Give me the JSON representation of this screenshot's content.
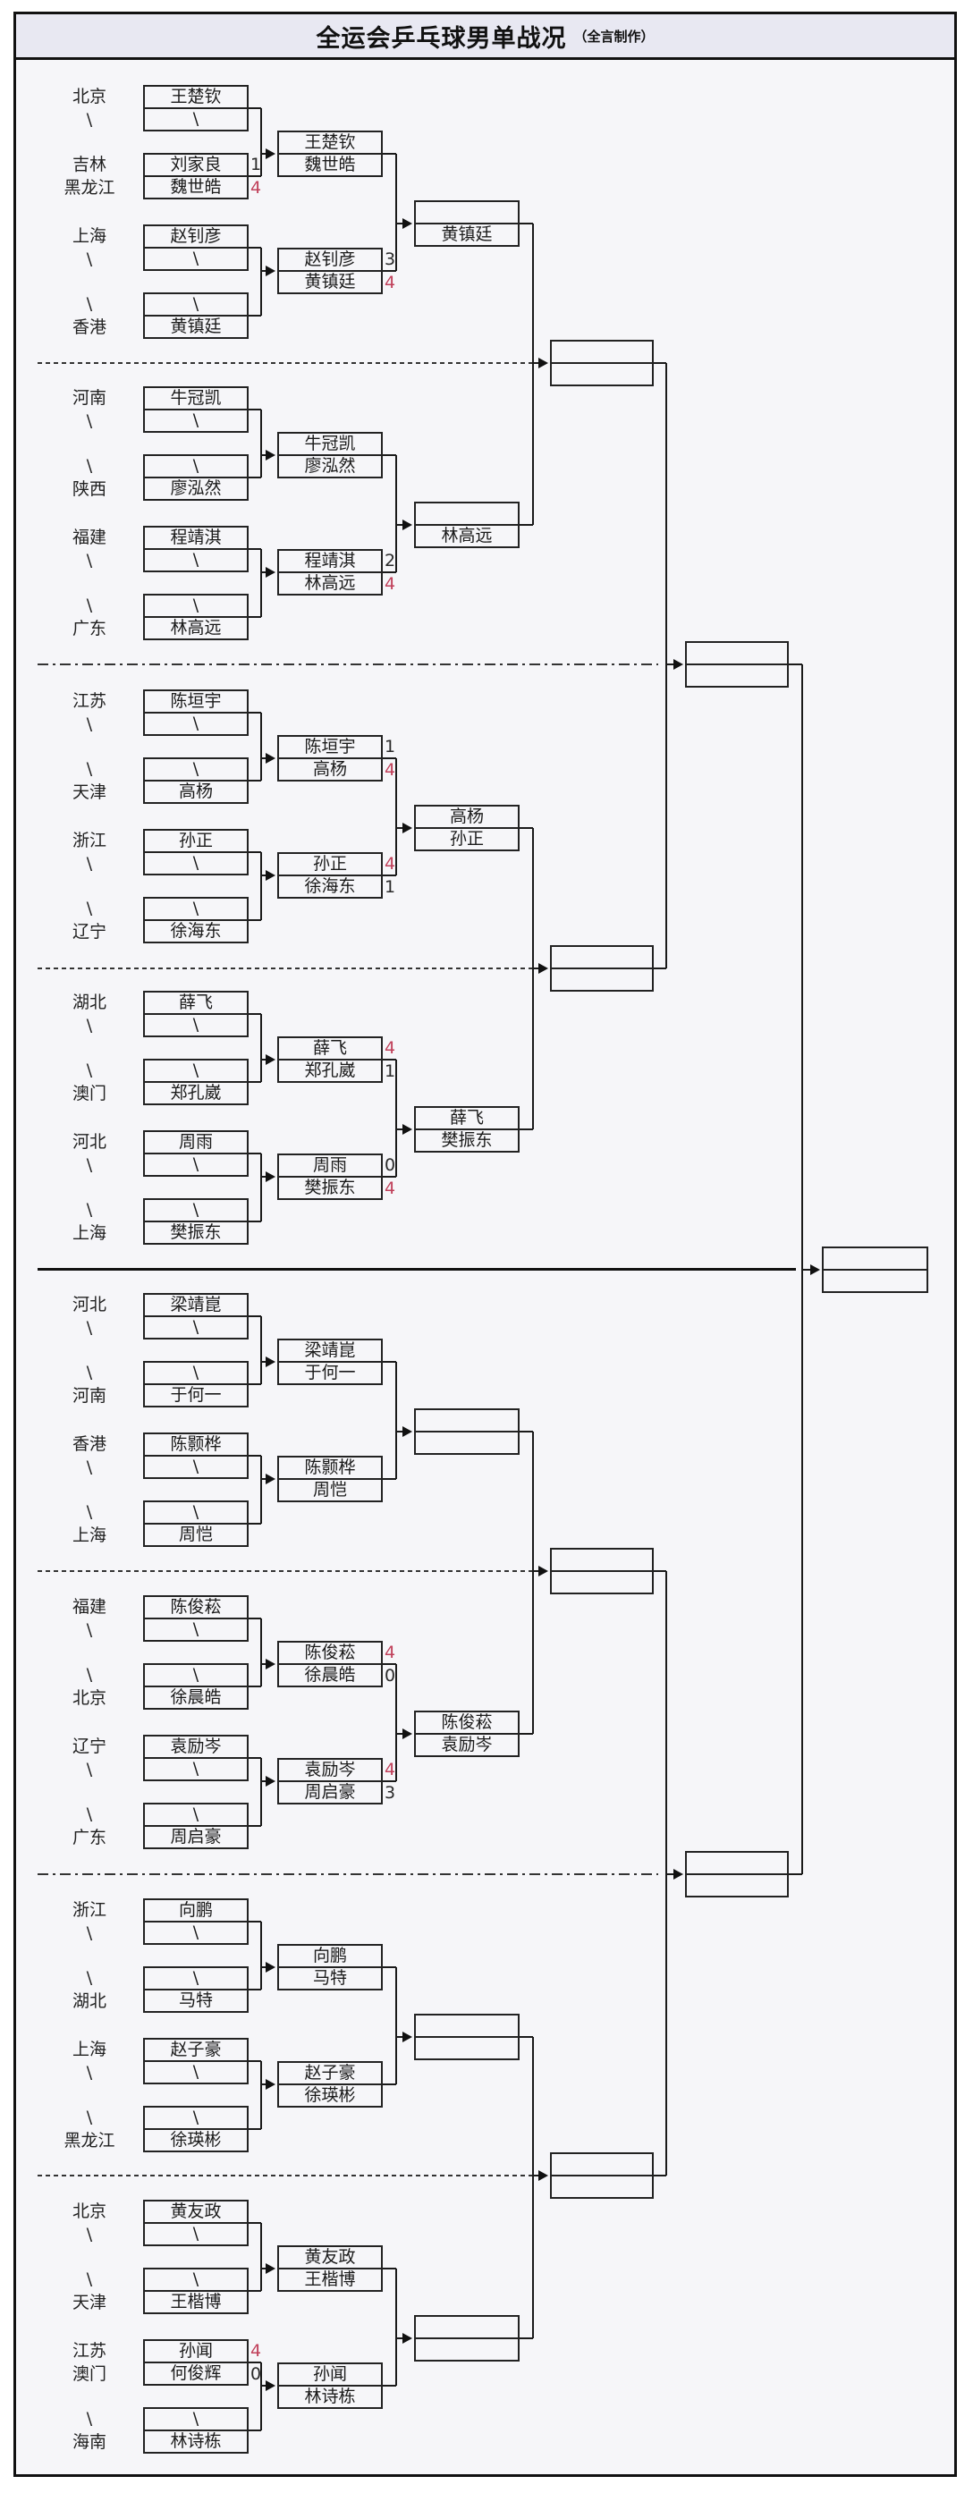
{
  "title": {
    "main": "全运会乒乓球男单战况",
    "sub": "（全言制作）"
  },
  "colors": {
    "win_score": "#c0405a",
    "lose_score": "#2a2a2a",
    "line": "#1a1a1a",
    "titlebar_bg": "#e8e8f2",
    "panel_bg": "#f6f6f9"
  },
  "sections": [
    {
      "labels": [
        [
          "北京",
          "\\"
        ],
        [
          "吉林",
          "黑龙江"
        ],
        [
          "上海",
          "\\"
        ],
        [
          "\\",
          "香港"
        ]
      ],
      "r1": [
        {
          "rows": [
            "王楚钦",
            "\\"
          ]
        },
        {
          "rows": [
            "刘家良",
            "魏世皓"
          ],
          "scores": [
            "1",
            "4"
          ],
          "win": 1
        },
        {
          "rows": [
            "赵钊彦",
            "\\"
          ]
        },
        {
          "rows": [
            "\\",
            "黄镇廷"
          ]
        }
      ],
      "r2": [
        {
          "rows": [
            "王楚钦",
            "魏世皓"
          ]
        },
        {
          "rows": [
            "赵钊彦",
            "黄镇廷"
          ],
          "scores": [
            "3",
            "4"
          ],
          "win": 1
        }
      ],
      "r3": {
        "rows": [
          "",
          "黄镇廷"
        ]
      }
    },
    {
      "labels": [
        [
          "河南",
          "\\"
        ],
        [
          "\\",
          "陕西"
        ],
        [
          "福建",
          "\\"
        ],
        [
          "\\",
          "广东"
        ]
      ],
      "r1": [
        {
          "rows": [
            "牛冠凯",
            "\\"
          ]
        },
        {
          "rows": [
            "\\",
            "廖泓然"
          ]
        },
        {
          "rows": [
            "程靖淇",
            "\\"
          ]
        },
        {
          "rows": [
            "\\",
            "林高远"
          ]
        }
      ],
      "r2": [
        {
          "rows": [
            "牛冠凯",
            "廖泓然"
          ]
        },
        {
          "rows": [
            "程靖淇",
            "林高远"
          ],
          "scores": [
            "2",
            "4"
          ],
          "win": 1
        }
      ],
      "r3": {
        "rows": [
          "",
          "林高远"
        ]
      }
    },
    {
      "labels": [
        [
          "江苏",
          "\\"
        ],
        [
          "\\",
          "天津"
        ],
        [
          "浙江",
          "\\"
        ],
        [
          "\\",
          "辽宁"
        ]
      ],
      "r1": [
        {
          "rows": [
            "陈垣宇",
            "\\"
          ]
        },
        {
          "rows": [
            "\\",
            "高杨"
          ]
        },
        {
          "rows": [
            "孙正",
            "\\"
          ]
        },
        {
          "rows": [
            "\\",
            "徐海东"
          ]
        }
      ],
      "r2": [
        {
          "rows": [
            "陈垣宇",
            "高杨"
          ],
          "scores": [
            "1",
            "4"
          ],
          "win": 1
        },
        {
          "rows": [
            "孙正",
            "徐海东"
          ],
          "scores": [
            "4",
            "1"
          ],
          "win": 0
        }
      ],
      "r3": {
        "rows": [
          "高杨",
          "孙正"
        ]
      }
    },
    {
      "labels": [
        [
          "湖北",
          "\\"
        ],
        [
          "\\",
          "澳门"
        ],
        [
          "河北",
          "\\"
        ],
        [
          "\\",
          "上海"
        ]
      ],
      "r1": [
        {
          "rows": [
            "薛飞",
            "\\"
          ]
        },
        {
          "rows": [
            "\\",
            "郑孔崴"
          ]
        },
        {
          "rows": [
            "周雨",
            "\\"
          ]
        },
        {
          "rows": [
            "\\",
            "樊振东"
          ]
        }
      ],
      "r2": [
        {
          "rows": [
            "薛飞",
            "郑孔崴"
          ],
          "scores": [
            "4",
            "1"
          ],
          "win": 0
        },
        {
          "rows": [
            "周雨",
            "樊振东"
          ],
          "scores": [
            "0",
            "4"
          ],
          "win": 1
        }
      ],
      "r3": {
        "rows": [
          "薛飞",
          "樊振东"
        ]
      }
    },
    {
      "labels": [
        [
          "河北",
          "\\"
        ],
        [
          "\\",
          "河南"
        ],
        [
          "香港",
          "\\"
        ],
        [
          "\\",
          "上海"
        ]
      ],
      "r1": [
        {
          "rows": [
            "梁靖崑",
            "\\"
          ]
        },
        {
          "rows": [
            "\\",
            "于何一"
          ]
        },
        {
          "rows": [
            "陈颢桦",
            "\\"
          ]
        },
        {
          "rows": [
            "\\",
            "周恺"
          ]
        }
      ],
      "r2": [
        {
          "rows": [
            "梁靖崑",
            "于何一"
          ]
        },
        {
          "rows": [
            "陈颢桦",
            "周恺"
          ]
        }
      ],
      "r3": {
        "rows": [
          "",
          ""
        ]
      }
    },
    {
      "labels": [
        [
          "福建",
          "\\"
        ],
        [
          "\\",
          "北京"
        ],
        [
          "辽宁",
          "\\"
        ],
        [
          "\\",
          "广东"
        ]
      ],
      "r1": [
        {
          "rows": [
            "陈俊菘",
            "\\"
          ]
        },
        {
          "rows": [
            "\\",
            "徐晨皓"
          ]
        },
        {
          "rows": [
            "袁励岑",
            "\\"
          ]
        },
        {
          "rows": [
            "\\",
            "周启豪"
          ]
        }
      ],
      "r2": [
        {
          "rows": [
            "陈俊菘",
            "徐晨皓"
          ],
          "scores": [
            "4",
            "0"
          ],
          "win": 0
        },
        {
          "rows": [
            "袁励岑",
            "周启豪"
          ],
          "scores": [
            "4",
            "3"
          ],
          "win": 0
        }
      ],
      "r3": {
        "rows": [
          "陈俊菘",
          "袁励岑"
        ]
      }
    },
    {
      "labels": [
        [
          "浙江",
          "\\"
        ],
        [
          "\\",
          "湖北"
        ],
        [
          "上海",
          "\\"
        ],
        [
          "\\",
          "黑龙江"
        ]
      ],
      "r1": [
        {
          "rows": [
            "向鹏",
            "\\"
          ]
        },
        {
          "rows": [
            "\\",
            "马特"
          ]
        },
        {
          "rows": [
            "赵子豪",
            "\\"
          ]
        },
        {
          "rows": [
            "\\",
            "徐瑛彬"
          ]
        }
      ],
      "r2": [
        {
          "rows": [
            "向鹏",
            "马特"
          ]
        },
        {
          "rows": [
            "赵子豪",
            "徐瑛彬"
          ]
        }
      ],
      "r3": {
        "rows": [
          "",
          ""
        ]
      }
    },
    {
      "labels": [
        [
          "北京",
          "\\"
        ],
        [
          "\\",
          "天津"
        ],
        [
          "江苏",
          "澳门"
        ],
        [
          "\\",
          "海南"
        ]
      ],
      "r1": [
        {
          "rows": [
            "黄友政",
            "\\"
          ]
        },
        {
          "rows": [
            "\\",
            "王楷博"
          ]
        },
        {
          "rows": [
            "孙闻",
            "何俊辉"
          ],
          "scores": [
            "4",
            "0"
          ],
          "win": 0
        },
        {
          "rows": [
            "\\",
            "林诗栋"
          ]
        }
      ],
      "r2": [
        {
          "rows": [
            "黄友政",
            "王楷博"
          ]
        },
        {
          "rows": [
            "孙闻",
            "林诗栋"
          ]
        }
      ],
      "r3": {
        "rows": [
          "",
          ""
        ]
      }
    }
  ],
  "quarterfinals": [
    {
      "rows": [
        "",
        ""
      ]
    },
    {
      "rows": [
        "",
        ""
      ]
    },
    {
      "rows": [
        "",
        ""
      ]
    },
    {
      "rows": [
        "",
        ""
      ]
    }
  ],
  "semifinals": [
    {
      "rows": [
        "",
        ""
      ]
    },
    {
      "rows": [
        "",
        ""
      ]
    }
  ],
  "final": {
    "rows": [
      "",
      ""
    ]
  }
}
